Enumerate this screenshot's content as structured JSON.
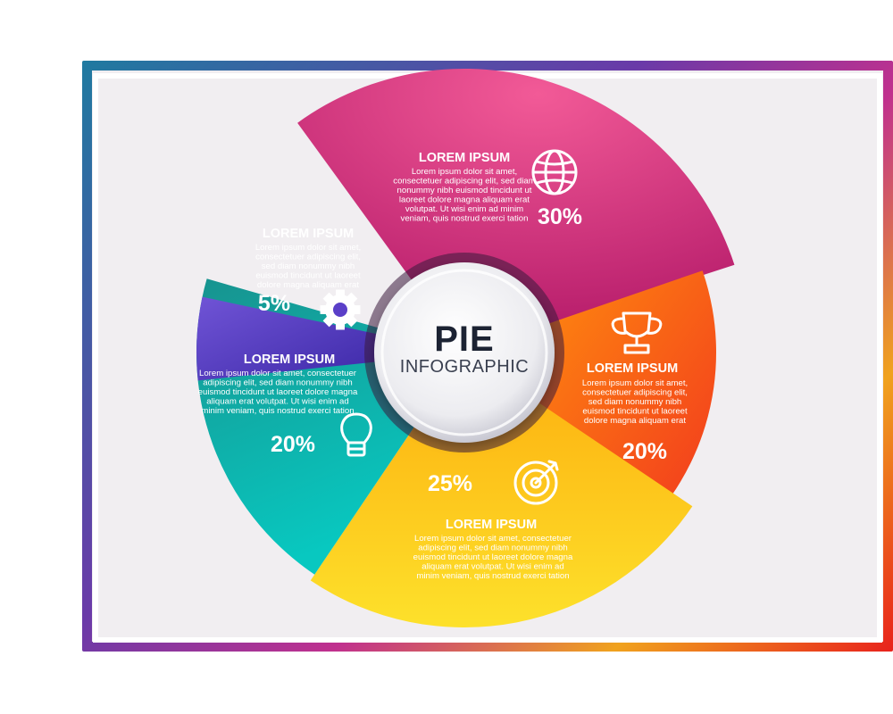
{
  "center": {
    "title": "PIE",
    "subtitle": "INFOGRAPHIC"
  },
  "chart_data": {
    "type": "pie",
    "segments": [
      {
        "name": "LOREM IPSUM",
        "value": 30,
        "label": "30%",
        "color": "#d42f79",
        "icon": "globe-icon",
        "text_lines": [
          "Lorem ipsum dolor sit amet,",
          "consectetuer adipiscing elit, sed diam",
          "nonummy nibh euismod tincidunt ut",
          "laoreet dolore magna aliquam erat",
          "volutpat. Ut wisi enim ad minim",
          "veniam, quis nostrud exerci tation"
        ]
      },
      {
        "name": "LOREM IPSUM",
        "value": 20,
        "label": "20%",
        "color": "#f7641c",
        "icon": "trophy-icon",
        "text_lines": [
          "Lorem ipsum dolor sit amet,",
          "consectetuer adipiscing elit,",
          "sed diam nonummy nibh",
          "euismod tincidunt ut laoreet",
          "dolore magna aliquam erat"
        ]
      },
      {
        "name": "LOREM IPSUM",
        "value": 25,
        "label": "25%",
        "color": "#fbb812",
        "icon": "target-icon",
        "text_lines": [
          "Lorem ipsum dolor sit amet, consectetuer",
          "adipiscing elit, sed diam nonummy nibh",
          "euismod tincidunt ut laoreet dolore magna",
          "aliquam erat volutpat. Ut wisi enim ad",
          "minim veniam, quis nostrud exerci tation"
        ]
      },
      {
        "name": "LOREM IPSUM",
        "value": 20,
        "label": "20%",
        "color": "#0fb1ad",
        "icon": "lightbulb-icon",
        "text_lines": [
          "Lorem ipsum dolor sit amet, consectetuer",
          "adipiscing elit, sed diam nonummy nibh",
          "euismod tincidunt ut laoreet dolore magna",
          "aliquam erat volutpat. Ut wisi enim ad",
          "minim veniam, quis nostrud exerci tation"
        ]
      },
      {
        "name": "LOREM IPSUM",
        "value": 5,
        "label": "5%",
        "color": "#5a3fc8",
        "icon": "gear-icon",
        "text_lines": [
          "Lorem ipsum dolor sit amet,",
          "consectetuer adipiscing elit,",
          "sed diam nonummy nibh",
          "euismod tincidunt ut laoreet",
          "dolore magna aliquam erat"
        ]
      }
    ]
  }
}
